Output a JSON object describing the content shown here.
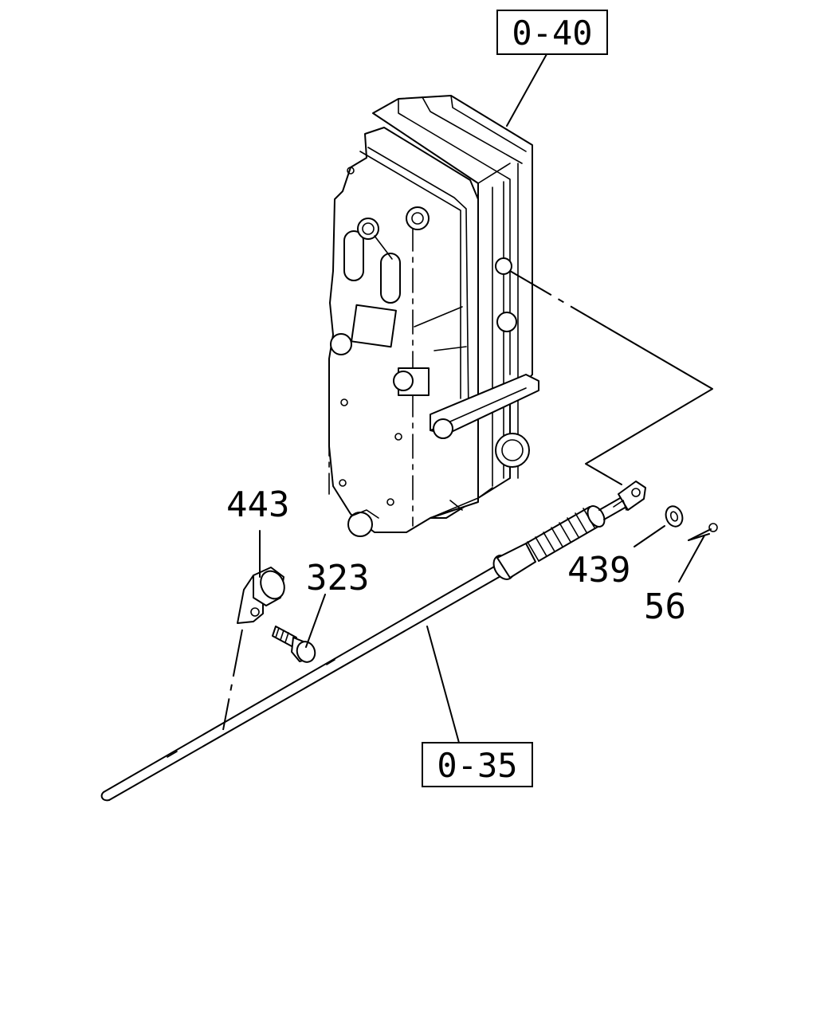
{
  "labels": {
    "ref_top": "0-40",
    "ref_bottom": "0-35",
    "part_443": "443",
    "part_323": "323",
    "part_439": "439",
    "part_56": "56"
  }
}
